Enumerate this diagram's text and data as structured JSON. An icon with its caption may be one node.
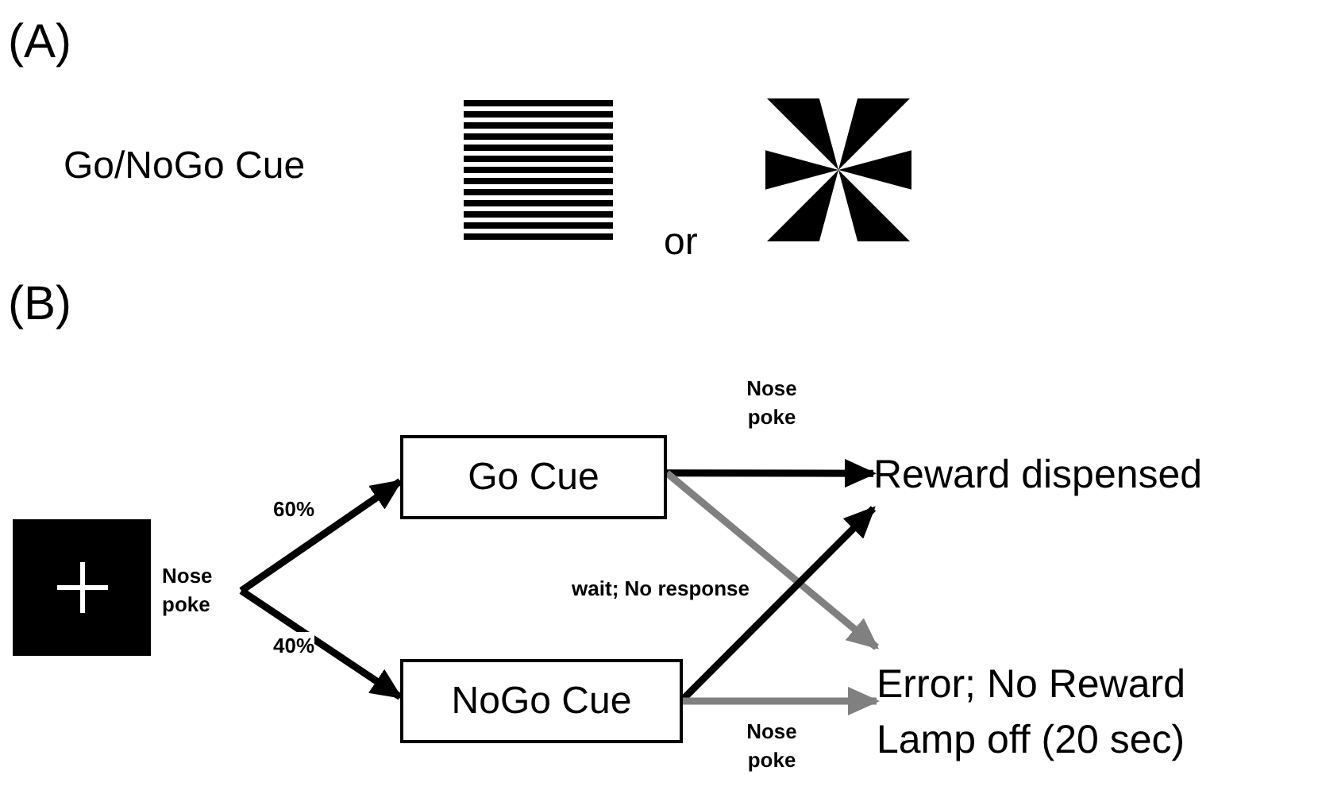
{
  "diagram": {
    "nodes": [
      {
        "text": [],
        "shape": "box"
      },
      {
        "text": [
          "Nose poke"
        ]
      },
      {
        "text": [
          "Go Cue"
        ]
      },
      {
        "text": [
          "NoGo Cue"
        ]
      },
      {
        "text": [
          "Reward dispensed"
        ]
      },
      {
        "text": [
          "Error; No Reward Lamp off (20 sec)"
        ]
      }
    ],
    "edges": [
      {
        "from": 1,
        "to": 2,
        "arrow": "to",
        "label": "60%"
      },
      {
        "from": 1,
        "to": 3,
        "arrow": "to",
        "label": "40%"
      },
      {
        "from": 2,
        "to": 4,
        "arrow": "to",
        "label": "Nose poke"
      },
      {
        "from": 2,
        "to": 5,
        "arrow": "to",
        "color": "#808080"
      },
      {
        "from": 3,
        "to": 4,
        "arrow": "to",
        "label": "wait; No response"
      },
      {
        "from": 3,
        "to": 5,
        "arrow": "to",
        "label": "Nose poke",
        "color": "#808080"
      }
    ],
    "labels": [
      "(A)",
      "Go/NoGo Cue",
      "or",
      "(B)"
    ]
  }
}
